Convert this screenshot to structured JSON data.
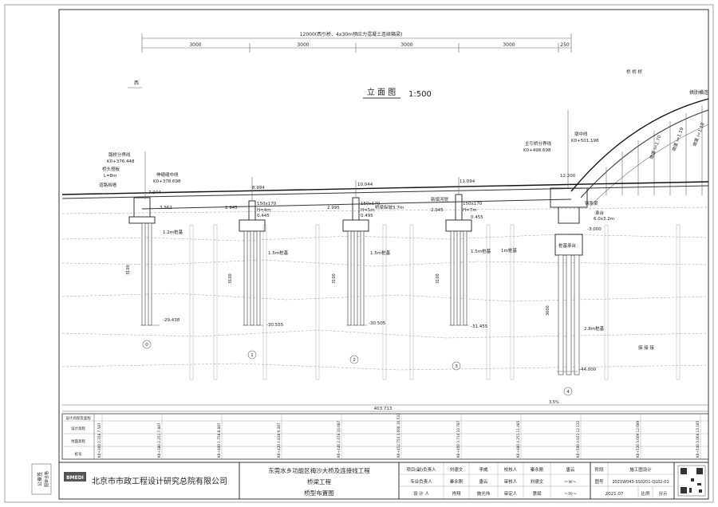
{
  "drawing": {
    "total_span_label": "12000(西引桥、4x30m预应力混凝土连续箱梁)",
    "span_dims": [
      "3000",
      "3000",
      "3000",
      "3000",
      "250"
    ],
    "view_title": "立 面 图",
    "view_scale": "1:500",
    "direction_west": "西",
    "right_label_a": "桥 桥 桥",
    "right_label_b": "接 接 接",
    "right_label_c": "桥 桥 桥",
    "arch_label": "拱肋横连",
    "roadbed_line_label": "路桥分界线",
    "roadbed_station": "K0+376.448",
    "abut_slab_label": "桥头搭板",
    "abut_slab_len": "L=8m",
    "bearing_label": "伸缩缝中线",
    "bearing_station": "K0+378.698",
    "abut_label": "道路挡墙",
    "main_boundary_label": "主引桥分界线",
    "main_boundary_station": "K0+498.698",
    "pier_center_label": "墩中线",
    "pier_center_station": "K0+501.198",
    "cap_beam_label": "钢系梁",
    "pile_cap_label": "桩基承台",
    "tie_label": "承台",
    "tie_size": "6.0x3.2m",
    "left_elev": "7.944",
    "top_elevs": [
      "8.994",
      "10.044",
      "11.094",
      "12.200"
    ],
    "cap_elevs": [
      "3.362",
      "2.945",
      "2.995",
      "2.945",
      "-3.000"
    ],
    "cap_sizes": [
      "150x170",
      "150x170",
      "150x170"
    ],
    "cap_heights": [
      "H=4m",
      "H=5m",
      "H=7m"
    ],
    "small_elevs": [
      "0.445",
      "0.495",
      "0.455"
    ],
    "pile_labels": [
      "1.2m桩基",
      "1.5m桩基",
      "1.5m桩基",
      "1.5m桩基",
      "1m桩基",
      "2.8m桩基"
    ],
    "pile_bottom_elevs": [
      "-29.438",
      "-30.555",
      "-30.505",
      "-31.455",
      "-44.000"
    ],
    "pile_lengths": [
      "3100",
      "3100",
      "3100",
      "3100",
      "3600"
    ],
    "pier_numbers": [
      "0",
      "1",
      "2",
      "3",
      "4"
    ],
    "rebar_label": "桥梁纵坡3.7m",
    "deck_note": "新填河堤",
    "gradient_marks": [
      "坡度 i=1.70",
      "坡度 i=1.19",
      "坡度 i=1.18"
    ],
    "bottom_span_total": "403.713",
    "bottom_span_mid": "3.5%"
  },
  "profile_table": {
    "row_labels": [
      "设计高程及里程",
      "设计高程",
      "地面高程",
      "桩号"
    ],
    "stations": [
      "K0+360 2.358 7.587",
      "K0+380 2.251 7.887",
      "K0+400 1.758 8.887",
      "K0+420 1.838 9.387",
      "K0+440 2.478 10.087",
      "K0+452.754 3.668 10.533",
      "K0+460 3.714 10.787",
      "K0+480 4.251 11.485",
      "K0+500 4.021 12.132",
      "K0+520 3.609 12.689",
      "K0+540 3.068 13.185"
    ]
  },
  "side_seal": {
    "org": "公章签",
    "cert": "图审合格"
  },
  "title_block": {
    "logo_text": "BMEDI",
    "company": "北京市市政工程设计研究总院有限公司",
    "project": "东莞水乡功能区梅沙大桥及连接线工程",
    "section": "桥梁工程",
    "drawing_name": "桥型布置图",
    "r1": [
      "项目(副)负责人",
      "刘德文",
      "李威",
      "校核人",
      "秦永刚",
      "唐云"
    ],
    "r2": [
      "专业负责人",
      "秦永刚",
      "唐云",
      "审核人",
      "刘德文"
    ],
    "r3": [
      "设 计 人",
      "肖翔",
      "施光伟",
      "审定人",
      "惠斌"
    ],
    "stage_label": "阶段",
    "stage_value": "施工图设计",
    "drawing_no_label": "图号",
    "drawing_no": "2021W043-SS0201-QL02-01",
    "date": "2021.07",
    "scale_label": "比例",
    "scale_value": "分示"
  }
}
